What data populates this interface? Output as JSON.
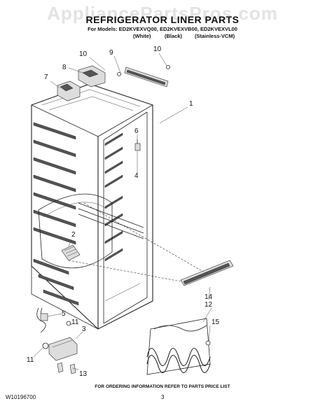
{
  "watermark": "AppliancePartsPros.com",
  "title": "REFRIGERATOR LINER PARTS",
  "models_line": "For Models: ED2KVEXVQ00, ED2KVEXVB00, ED2KVEXVL00",
  "variants": [
    "(White)",
    "(Black)",
    "(Stainless-VCM)"
  ],
  "callouts": [
    "10",
    "9",
    "10",
    "8",
    "7",
    "1",
    "6",
    "4",
    "2",
    "14",
    "12",
    "5",
    "11",
    "3",
    "15",
    "11",
    "13"
  ],
  "footer": {
    "ordering_note": "FOR ORDERING INFORMATION REFER TO PARTS PRICE LIST",
    "part_number": "W10196700",
    "page_number": "3"
  }
}
